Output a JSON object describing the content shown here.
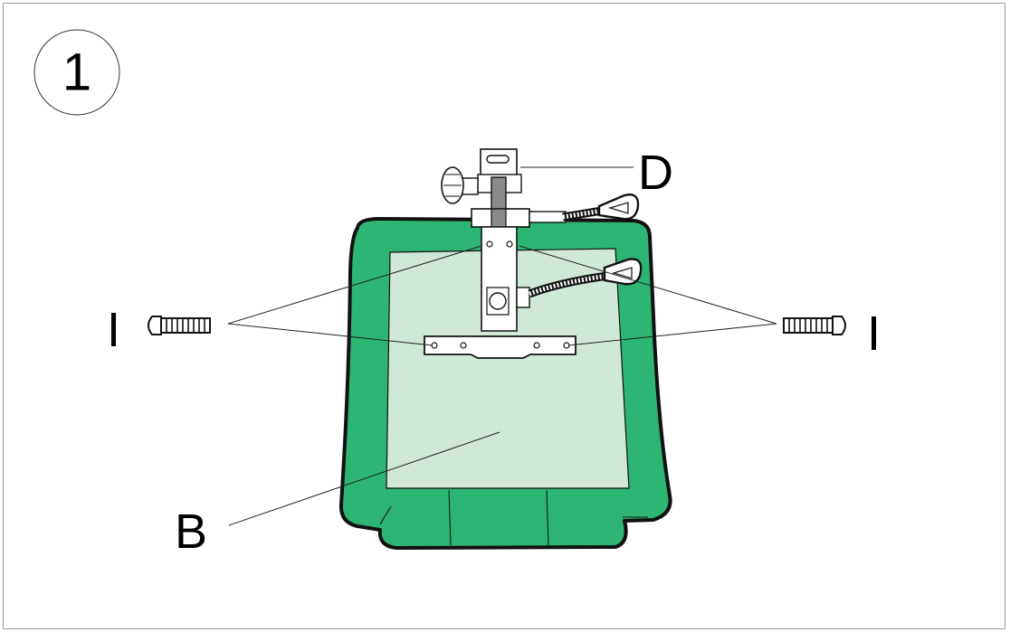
{
  "step": {
    "number": "1"
  },
  "labels": {
    "mount_bracket": "D",
    "seat_back": "B",
    "screw_left": "I",
    "screw_right": "I"
  },
  "colors": {
    "cushion_green": "#2db574",
    "board_mint": "#cfe8d8",
    "outline": "#111111",
    "frame": "#9a9a9a"
  }
}
